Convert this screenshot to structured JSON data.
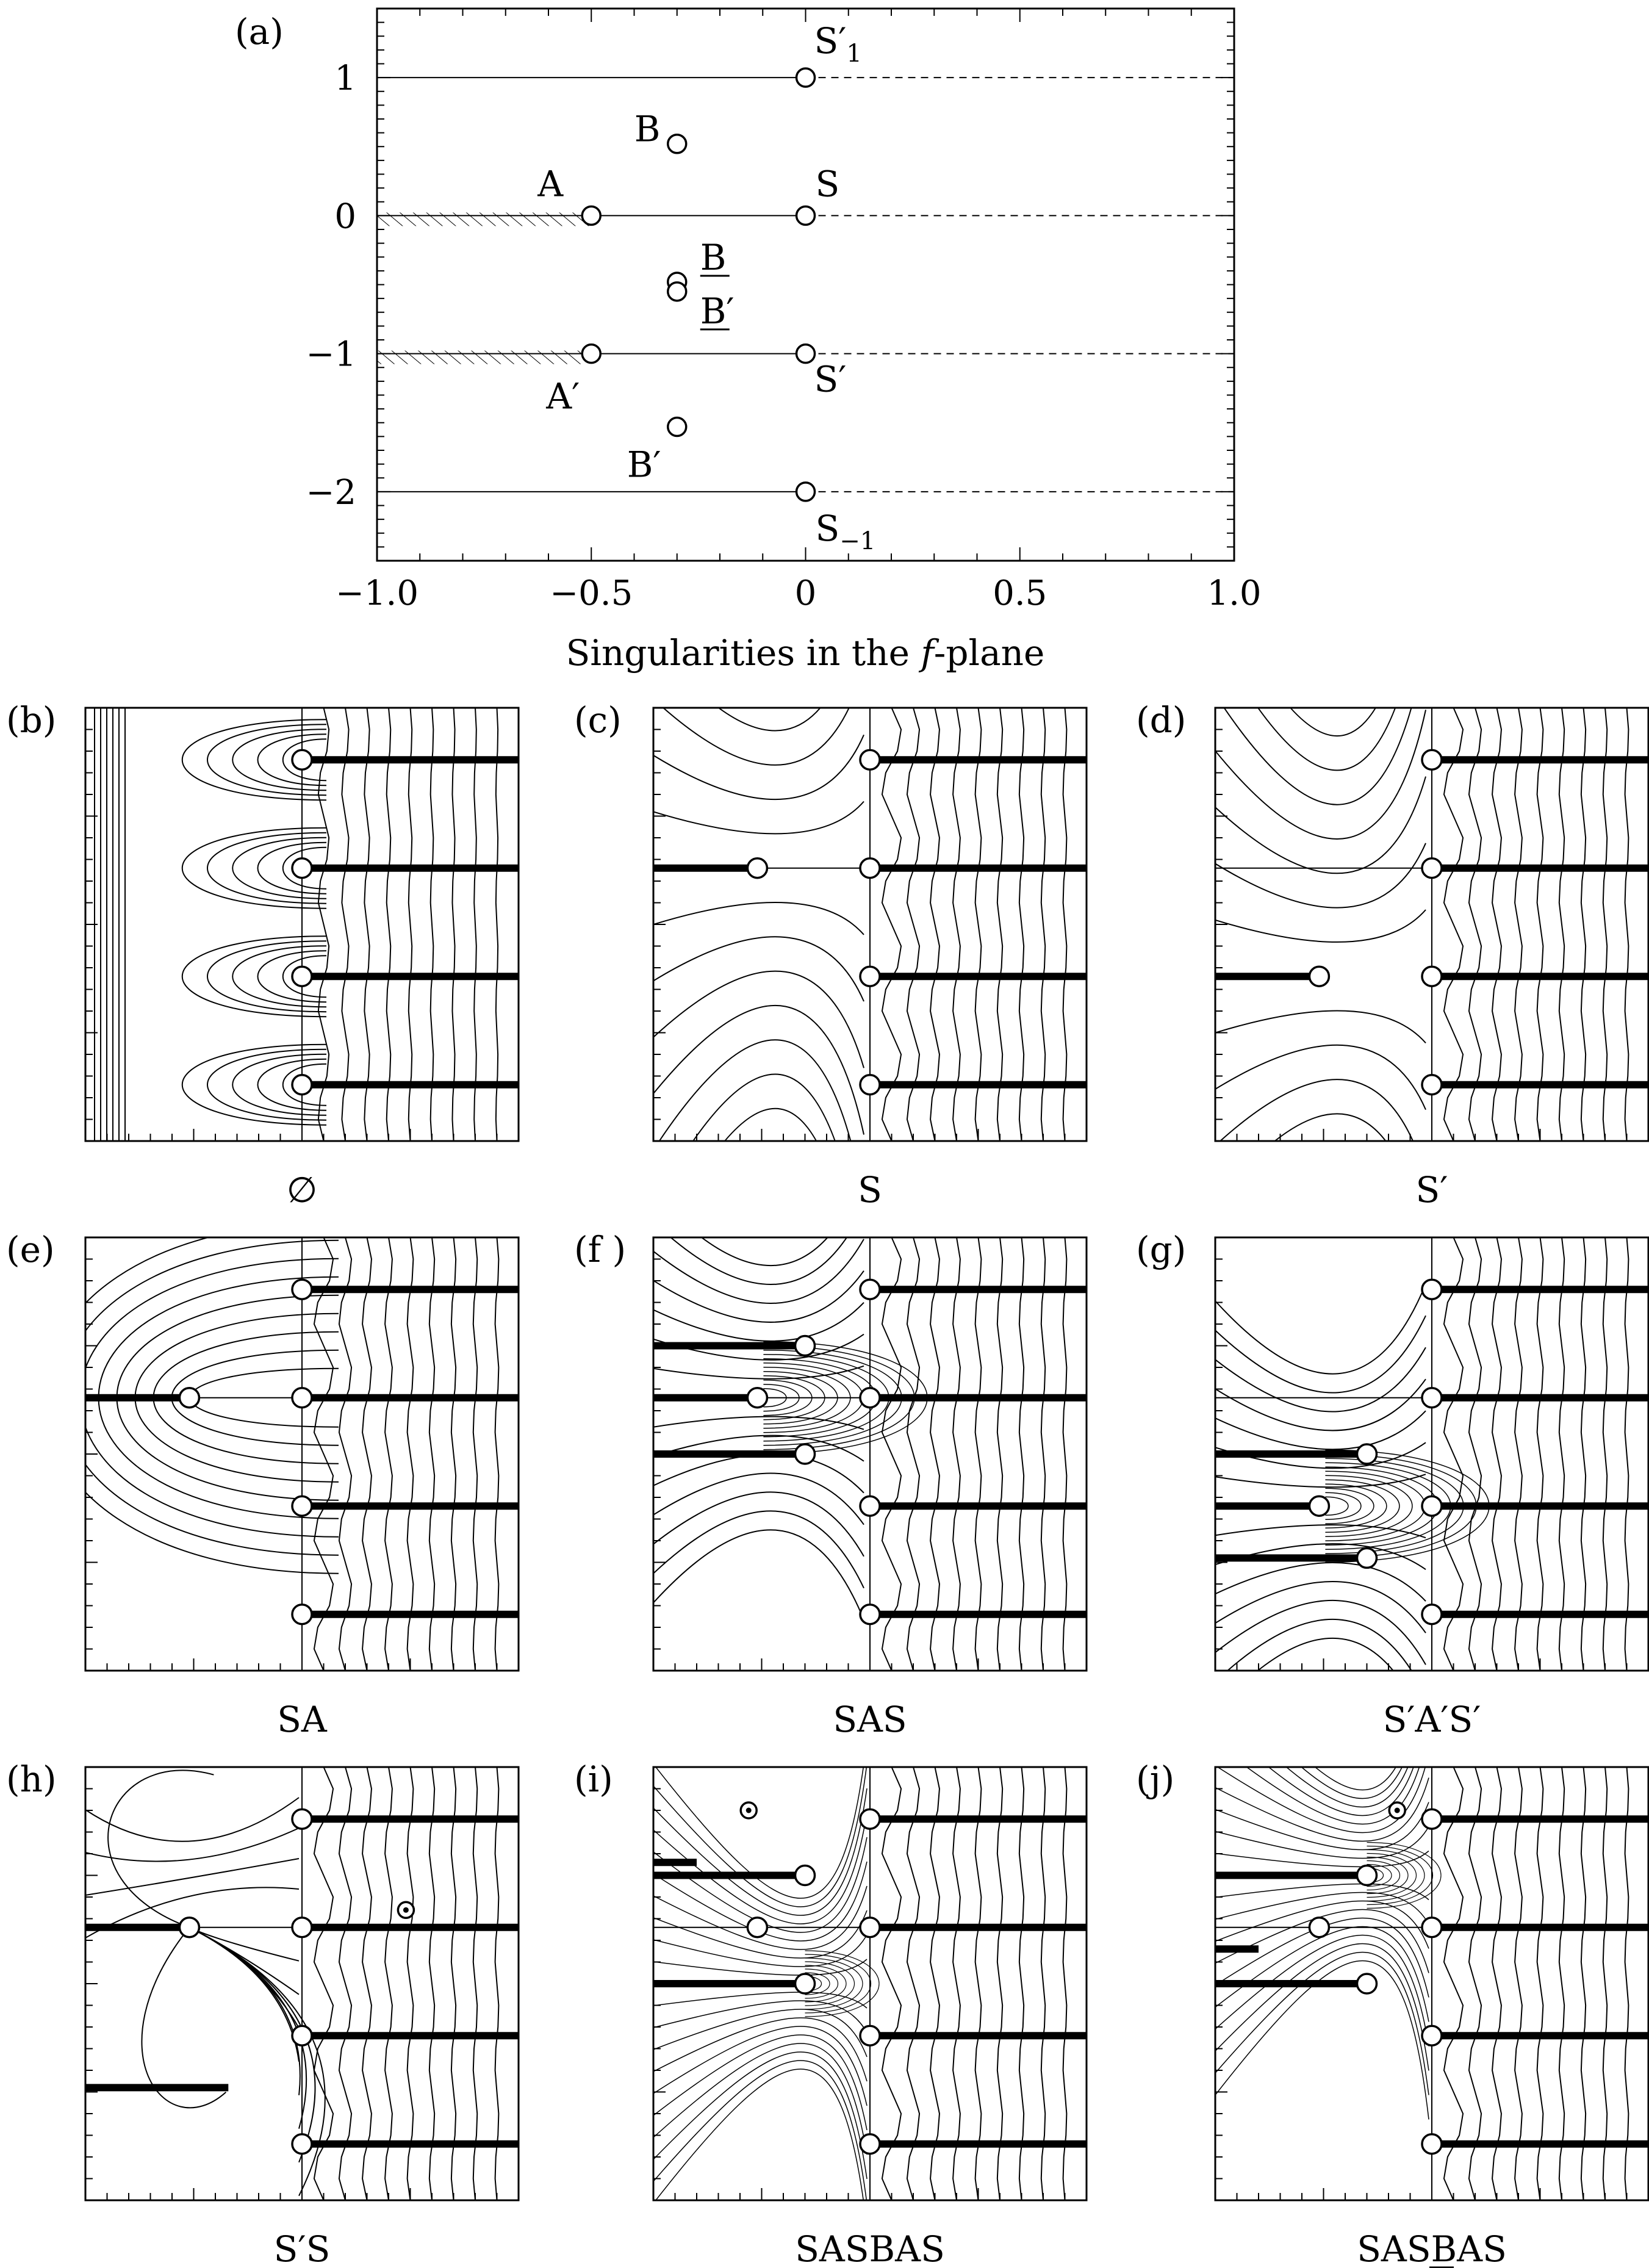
{
  "panel_a": {
    "tag": "(a)",
    "xlabel": "Singularities in the f-plane",
    "xlabel_pre": "Singularities in the ",
    "xlabel_var": "f",
    "xlabel_post": "-plane",
    "xticks": [
      {
        "value": -1.0,
        "label": "−1.0"
      },
      {
        "value": -0.5,
        "label": "−0.5"
      },
      {
        "value": 0,
        "label": "0"
      },
      {
        "value": 0.5,
        "label": "0.5"
      },
      {
        "value": 1.0,
        "label": "1.0"
      }
    ],
    "yticks": [
      {
        "value": 1,
        "label": "1"
      },
      {
        "value": 0,
        "label": "0"
      },
      {
        "value": -1,
        "label": "−1"
      },
      {
        "value": -2,
        "label": "−2"
      }
    ],
    "xlim": [
      -1.0,
      1.0
    ],
    "ylim": [
      -2.5,
      1.5
    ],
    "points": [
      {
        "name": "S′1",
        "main": "S′",
        "sub": "1",
        "x": 0,
        "y": 1
      },
      {
        "name": "B",
        "main": "B",
        "x": -0.3,
        "y": 0.52
      },
      {
        "name": "A",
        "main": "A",
        "x": -0.5,
        "y": 0
      },
      {
        "name": "S",
        "main": "S",
        "x": 0,
        "y": 0
      },
      {
        "name": "B (underlined)",
        "main": "B",
        "x": -0.3,
        "y": -0.48
      },
      {
        "name": "B′ (underlined)",
        "main": "B′",
        "x": -0.3,
        "y": -0.55
      },
      {
        "name": "A′",
        "main": "A′",
        "x": -0.5,
        "y": -1
      },
      {
        "name": "S′",
        "main": "S′",
        "x": 0,
        "y": -1
      },
      {
        "name": "B′",
        "main": "B′",
        "x": -0.3,
        "y": -1.53
      },
      {
        "name": "S−1",
        "main": "S",
        "sub": "−1",
        "x": 0,
        "y": -2
      }
    ]
  },
  "panels": [
    {
      "id": "b",
      "tag": "(b)",
      "caption": "∅"
    },
    {
      "id": "c",
      "tag": "(c)",
      "caption": "S"
    },
    {
      "id": "d",
      "tag": "(d)",
      "caption": "S′"
    },
    {
      "id": "e",
      "tag": "(e)",
      "caption": "SA"
    },
    {
      "id": "f",
      "tag": "(f )",
      "caption": "SAS"
    },
    {
      "id": "g",
      "tag": "(g)",
      "caption": "S′A′S′"
    },
    {
      "id": "h",
      "tag": "(h)",
      "caption": "S′S"
    },
    {
      "id": "i",
      "tag": "(i)",
      "caption": "SASBAS"
    },
    {
      "id": "j",
      "tag": "(j)",
      "caption": "SASBAS",
      "caption_underline": "B"
    }
  ]
}
